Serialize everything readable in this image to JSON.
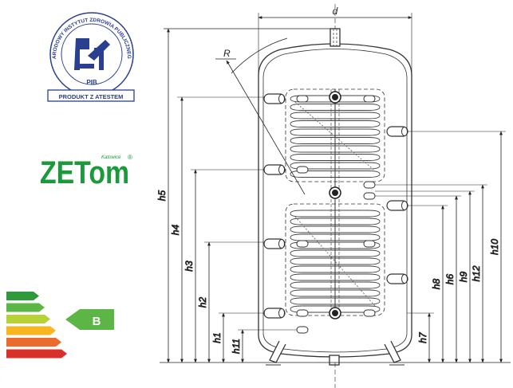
{
  "certificate": {
    "arc_text": "NARODOWY INSTYTUT ZDROWIA PUBLICZNEGO",
    "center_text": "PZH",
    "code": "PIB",
    "ribbon": "PRODUKT Z ATESTEM"
  },
  "brand": {
    "name": "ZETom",
    "city": "Katowice",
    "mark": "®",
    "color": "#1a9a3a"
  },
  "energy_label": {
    "class": "B",
    "bar_colors": [
      "#2e9a3c",
      "#5cb646",
      "#b6d235",
      "#f7b520",
      "#ec6a2c",
      "#d9302a"
    ],
    "pointer_color": "#5cb646"
  },
  "diagram": {
    "diameter": "d",
    "radius": "R",
    "heights": {
      "h1": "h1",
      "h2": "h2",
      "h3": "h3",
      "h4": "h4",
      "h5": "h5",
      "h6": "h6",
      "h7": "h7",
      "h8": "h8",
      "h9": "h9",
      "h10": "h10",
      "h11": "h11",
      "h12": "h12"
    }
  }
}
